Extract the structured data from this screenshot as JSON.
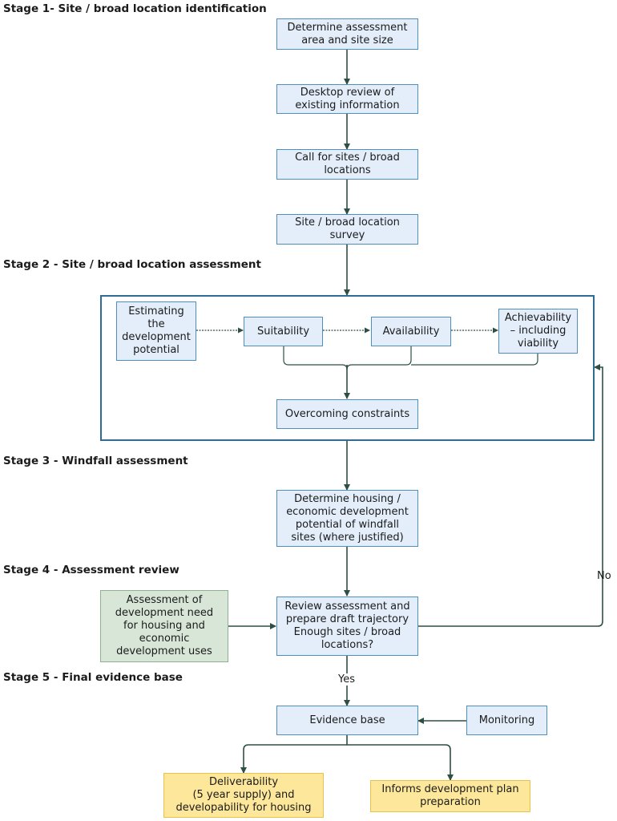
{
  "stages": {
    "s1": "Stage 1- Site / broad location identification",
    "s2": "Stage 2 - Site / broad location assessment",
    "s3": "Stage 3 - Windfall assessment",
    "s4": "Stage 4 - Assessment review",
    "s5": "Stage 5 - Final evidence base"
  },
  "boxes": {
    "determine_area": "Determine assessment\narea and site size",
    "desktop_review": "Desktop review of\nexisting information",
    "call_for_sites": "Call for sites / broad\nlocations",
    "site_survey": "Site / broad location\nsurvey",
    "estimating": "Estimating\nthe\ndevelopment\npotential",
    "suitability": "Suitability",
    "availability": "Availability",
    "achievability": "Achievability\n– including\nviability",
    "overcoming": "Overcoming constraints",
    "windfall": "Determine housing /\neconomic development\npotential of windfall\nsites (where justified)",
    "need": "Assessment of\ndevelopment need\nfor housing and\neconomic\ndevelopment uses",
    "review": "Review assessment and\nprepare draft trajectory\nEnough sites / broad\nlocations?",
    "evidence": "Evidence base",
    "monitoring": "Monitoring",
    "deliverability": "Deliverability\n(5 year supply) and\ndevelopability for housing",
    "informs": "Informs development plan\npreparation"
  },
  "labels": {
    "yes": "Yes",
    "no": "No"
  },
  "colors": {
    "box_fill": "#e3eefa",
    "box_border": "#4f8fbe",
    "need_fill": "#d7e6d7",
    "outcome_fill": "#fde79b",
    "connector": "#2e4f45"
  }
}
